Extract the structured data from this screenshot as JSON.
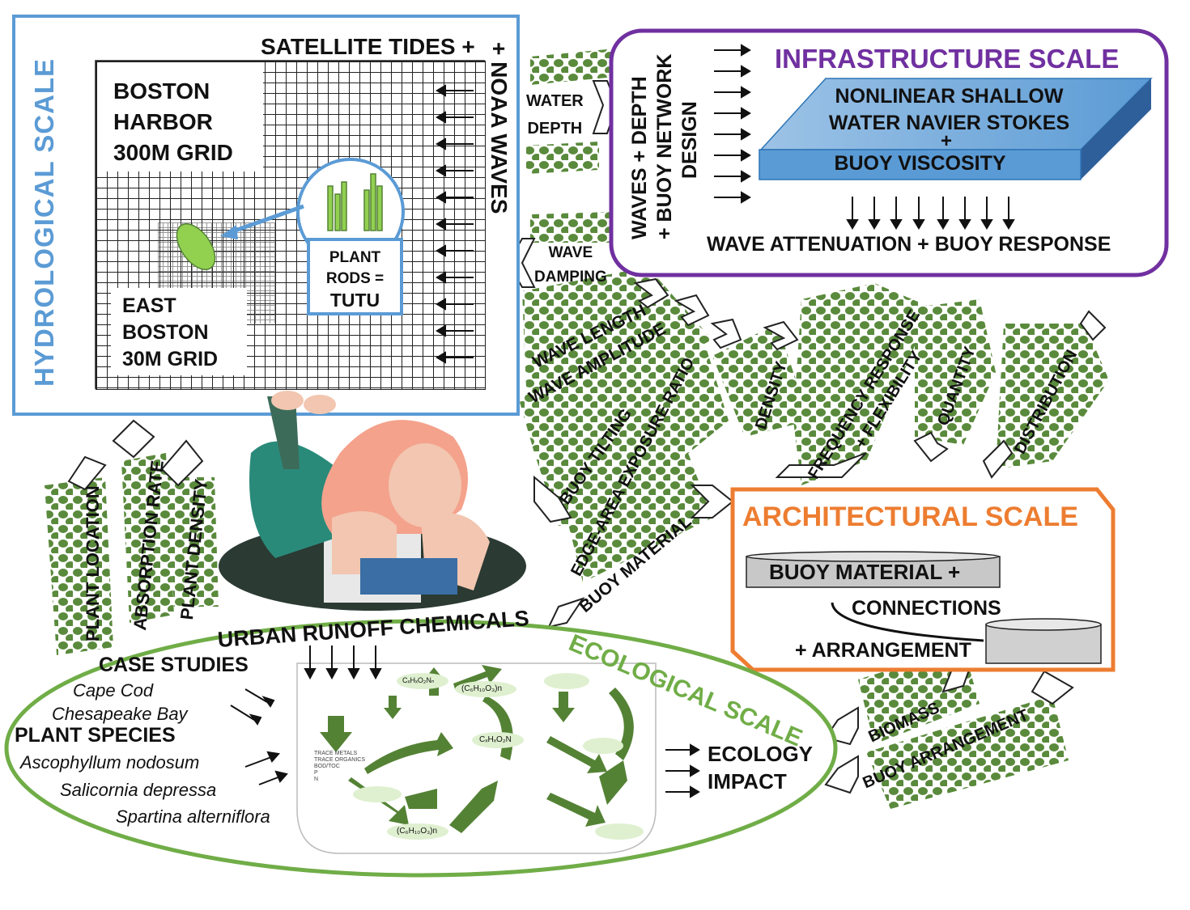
{
  "hydrological": {
    "title": "HYDROLOGICAL SCALE",
    "satellite": "SATELLITE TIDES +",
    "noaa": "+ NOAA WAVES",
    "boston": [
      "BOSTON",
      "HARBOR",
      "300M GRID"
    ],
    "east": [
      "EAST",
      "BOSTON",
      "30M GRID"
    ],
    "plant": [
      "PLANT",
      "RODS =",
      "TUTU"
    ]
  },
  "infrastructure": {
    "title": "INFRASTRUCTURE SCALE",
    "slab_top": [
      "NONLINEAR SHALLOW",
      "WATER NAVIER STOKES",
      "+"
    ],
    "slab_front": "BUOY VISCOSITY",
    "side": [
      "WAVES + DEPTH",
      "+ BUOY NETWORK",
      "DESIGN"
    ],
    "bottom": "WAVE ATTENUATION + BUOY RESPONSE"
  },
  "architectural": {
    "title": "ARCHITECTURAL SCALE",
    "l1": "BUOY MATERIAL +",
    "l2": "CONNECTIONS",
    "l3": "+ ARRANGEMENT"
  },
  "ecological": {
    "title": "ECOLOGICAL SCALE",
    "runoff": "URBAN RUNOFF CHEMICALS",
    "case_studies": "CASE STUDIES",
    "cases": [
      "Cape Cod",
      "Chesapeake Bay"
    ],
    "plant_species": "PLANT SPECIES",
    "species": [
      "Ascophyllum nodosum",
      "Salicornia depressa",
      "Spartina alterniflora"
    ],
    "impact": [
      "ECOLOGY",
      "IMPACT"
    ],
    "chem": {
      "c1": "CₓHₓO₂Nₙ",
      "c2": "(C₆H₁₀O₃)n",
      "c3": "CₓHₓO₂N",
      "c4": "(C₆H₁₀O₃)n",
      "trace": [
        "TRACE METALS",
        "TRACE ORGANICS",
        "BOD/TOC",
        "P",
        "N"
      ]
    }
  },
  "flows": {
    "water_depth": [
      "WATER",
      "DEPTH"
    ],
    "wave_damping": [
      "WAVE",
      "DAMPING"
    ],
    "wave_length": "WAVE LENGTH",
    "wave_amplitude": "WAVE AMPLITUDE",
    "buoy_tilting": "BUOY TILTING",
    "edge_area": "EDGE-AREA EXPOSURE RATIO",
    "density": "DENSITY",
    "frequency": "FREQUENCY RESPONSE",
    "flexibility": "+ FLEXIBILITY",
    "quantity": "QUANTITY",
    "distribution": "DISTRIBUTION",
    "buoy_material": "BUOY MATERIAL",
    "plant_location": "PLANT LOCATION",
    "absorption_rate": "ABSORPTION RATE",
    "plant_density": "PLANT DENSITY",
    "biomass": "BIOMASS",
    "buoy_arrangement": "BUOY ARRANGEMENT"
  },
  "colors": {
    "hydro": "#5b9bd5",
    "infra": "#7030a0",
    "arch": "#ed7d31",
    "eco": "#70ad47",
    "dots": "#548235"
  }
}
